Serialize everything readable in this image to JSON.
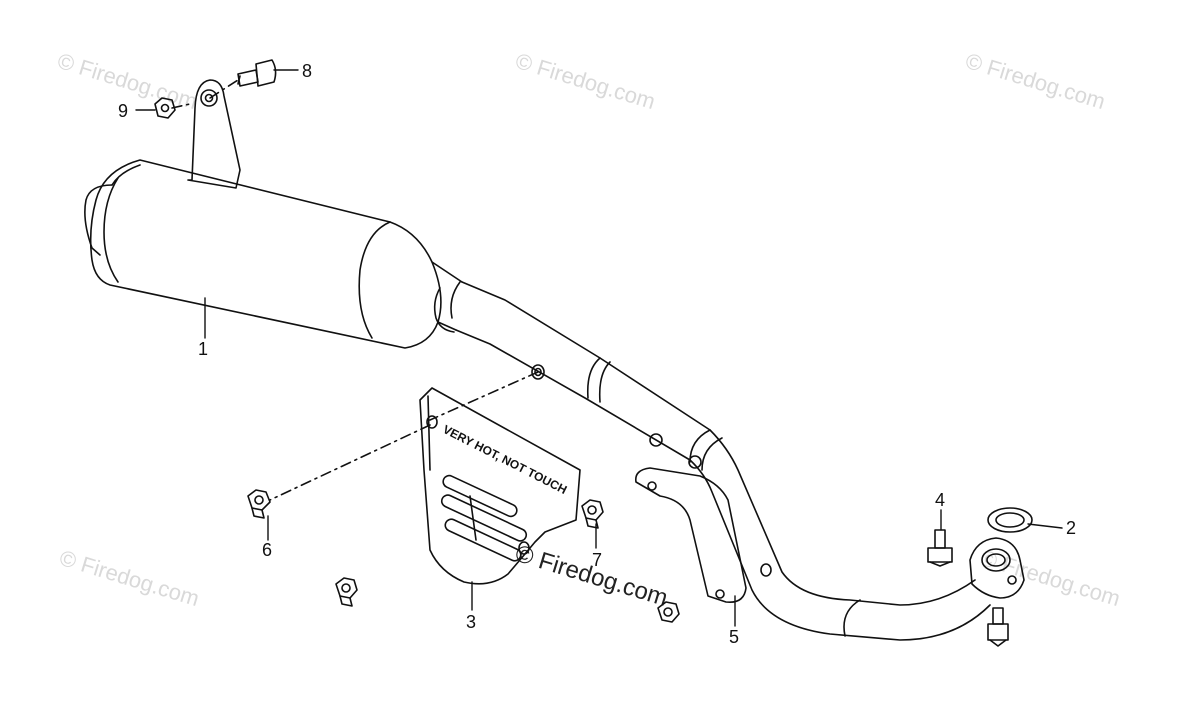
{
  "watermark": {
    "text": "© Firedog.com"
  },
  "shield": {
    "warning_text": "VERY HOT, NOT TOUCH"
  },
  "callouts": [
    {
      "id": "1",
      "label": "1"
    },
    {
      "id": "2",
      "label": "2"
    },
    {
      "id": "3",
      "label": "3"
    },
    {
      "id": "4",
      "label": "4"
    },
    {
      "id": "5",
      "label": "5"
    },
    {
      "id": "6",
      "label": "6"
    },
    {
      "id": "7",
      "label": "7"
    },
    {
      "id": "8",
      "label": "8"
    },
    {
      "id": "9",
      "label": "9"
    }
  ],
  "colors": {
    "line": "#111111",
    "watermark": "#d9d9d9"
  }
}
